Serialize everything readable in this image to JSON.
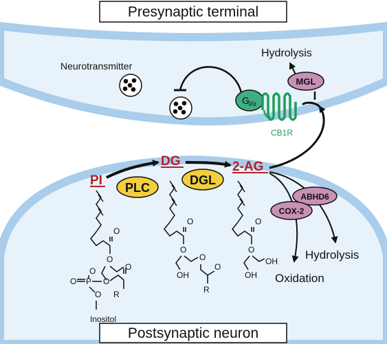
{
  "regions": {
    "top_label": "Presynaptic terminal",
    "bottom_label": "Postsynaptic neuron"
  },
  "presynaptic": {
    "neurotransmitter_label": "Neurotransmitter",
    "hydrolysis_label": "Hydrolysis",
    "mgl_label": "MGL",
    "gio_main": "G",
    "gio_sub": "i/o",
    "cb1r_label": "CB1R"
  },
  "pathway": {
    "pi_label": "PI",
    "dg_label": "DG",
    "two_ag_label": "2-AG",
    "plc_label": "PLC",
    "dgl_label": "DGL"
  },
  "degradation": {
    "abhd6_label": "ABHD6",
    "cox2_label": "COX-2",
    "hydrolysis_label": "Hydrolysis",
    "oxidation_label": "Oxidation"
  },
  "molecule_labels": {
    "inositol": "Inositol",
    "O": "O",
    "OH": "OH",
    "R": "R",
    "P": "P"
  },
  "colors": {
    "membrane": "#a9cdea",
    "cell_fill": "#e8f2fa",
    "enzyme_yellow": "#f3cf3f",
    "enzyme_pink": "#c890b6",
    "gio_green": "#3fae84",
    "cb1r_green": "#1f9d5a",
    "accent_red": "#b3202a"
  }
}
